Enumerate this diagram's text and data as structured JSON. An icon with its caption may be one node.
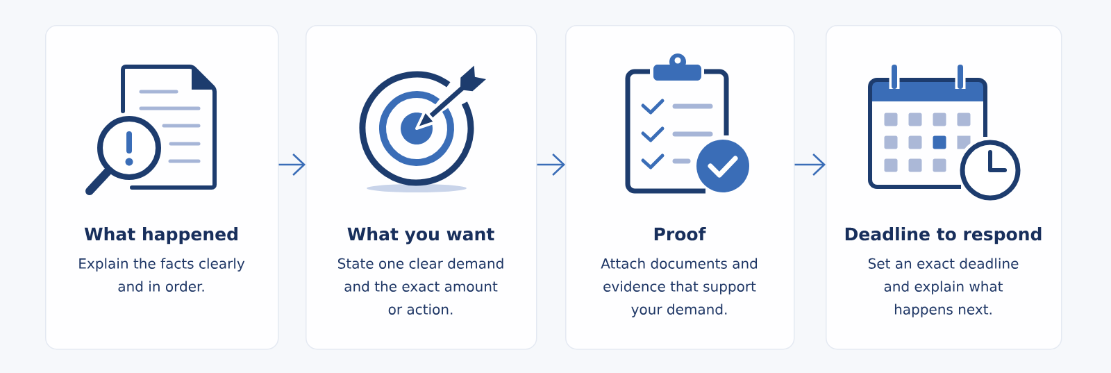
{
  "diagram": {
    "nodes": [
      {
        "text": [
          "What happened",
          "Explain the facts clearly and in order."
        ]
      },
      {
        "text": [
          "What you want",
          "State one clear demand and the exact amount or action."
        ]
      },
      {
        "text": [
          "Proof",
          "Attach documents and evidence that support your demand."
        ]
      },
      {
        "text": [
          "Deadline to respond",
          "Set an exact deadline and explain what happens next."
        ]
      }
    ],
    "edges": [
      {
        "from": 0,
        "to": 1,
        "arrow": "to"
      },
      {
        "from": 1,
        "to": 2,
        "arrow": "to"
      },
      {
        "from": 2,
        "to": 3,
        "arrow": "to"
      }
    ]
  }
}
